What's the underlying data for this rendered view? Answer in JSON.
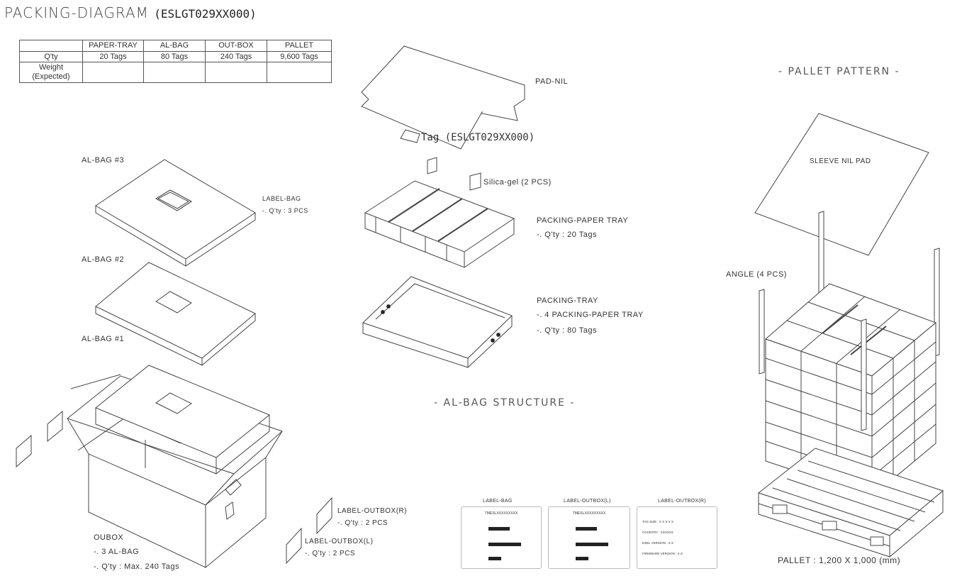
{
  "header": {
    "title": "PACKING-DIAGRAM",
    "code": "(ESLGT029XX000)"
  },
  "qty_table": {
    "columns": [
      "",
      "PAPER-TRAY",
      "AL-BAG",
      "OUT-BOX",
      "PALLET"
    ],
    "rows": [
      [
        "Q'ty",
        "20 Tags",
        "80 Tags",
        "240 Tags",
        "9,600 Tags"
      ],
      [
        "Weight (Expected)",
        "",
        "",
        "",
        ""
      ]
    ]
  },
  "al_bag": {
    "bag3": "AL-BAG #3",
    "bag2": "AL-BAG #2",
    "bag1": "AL-BAG #1",
    "label_bag": "LABEL-BAG",
    "label_bag_qty": "-. Q'ty : 3 PCS"
  },
  "outbox": {
    "title": "OUBOX",
    "line1": "-. 3 AL-BAG",
    "line2": "-. Q'ty : Max. 240 Tags",
    "label_r": "LABEL-OUTBOX(R)",
    "label_r_qty": "-. Q'ty : 2 PCS",
    "label_l": "LABEL-OUTBOX(L)",
    "label_l_qty": "-. Q'ty : 2 PCS"
  },
  "structure": {
    "pad_nil": "PAD-NIL",
    "tag": "Tag (ESLGT029XX000)",
    "silica": "Silica-gel (2 PCS)",
    "paper_tray": "PACKING-PAPER TRAY",
    "paper_tray_qty": "-. Q'ty : 20 Tags",
    "packing_tray": "PACKING-TRAY",
    "packing_tray_l1": "-. 4 PACKING-PAPER TRAY",
    "packing_tray_l2": "-. Q'ty : 80 Tags",
    "section_title": "- AL-BAG STRUCTURE -"
  },
  "pallet": {
    "section_title": "- PALLET PATTERN -",
    "sleeve": "SLEEVE NIL PAD",
    "angle": "ANGLE (4 PCS)",
    "size": "PALLET : 1,200 X 1,000 (mm)"
  },
  "label_cards": {
    "bag_title": "LABEL-BAG",
    "outbox_l_title": "LABEL-OUTBOX(L)",
    "outbox_r_title": "LABEL-OUTBOX(R)",
    "bag_header": "TMESLXXXXXXXXX",
    "l_header": "TMESLXXXXXXXXX",
    "r_lines": [
      "TAG SIZE : X X X X X",
      "COUNTRY : XXXXXX",
      "ESEL VERSION : X.X",
      "FIRMWARE VERSION : X.X"
    ]
  }
}
